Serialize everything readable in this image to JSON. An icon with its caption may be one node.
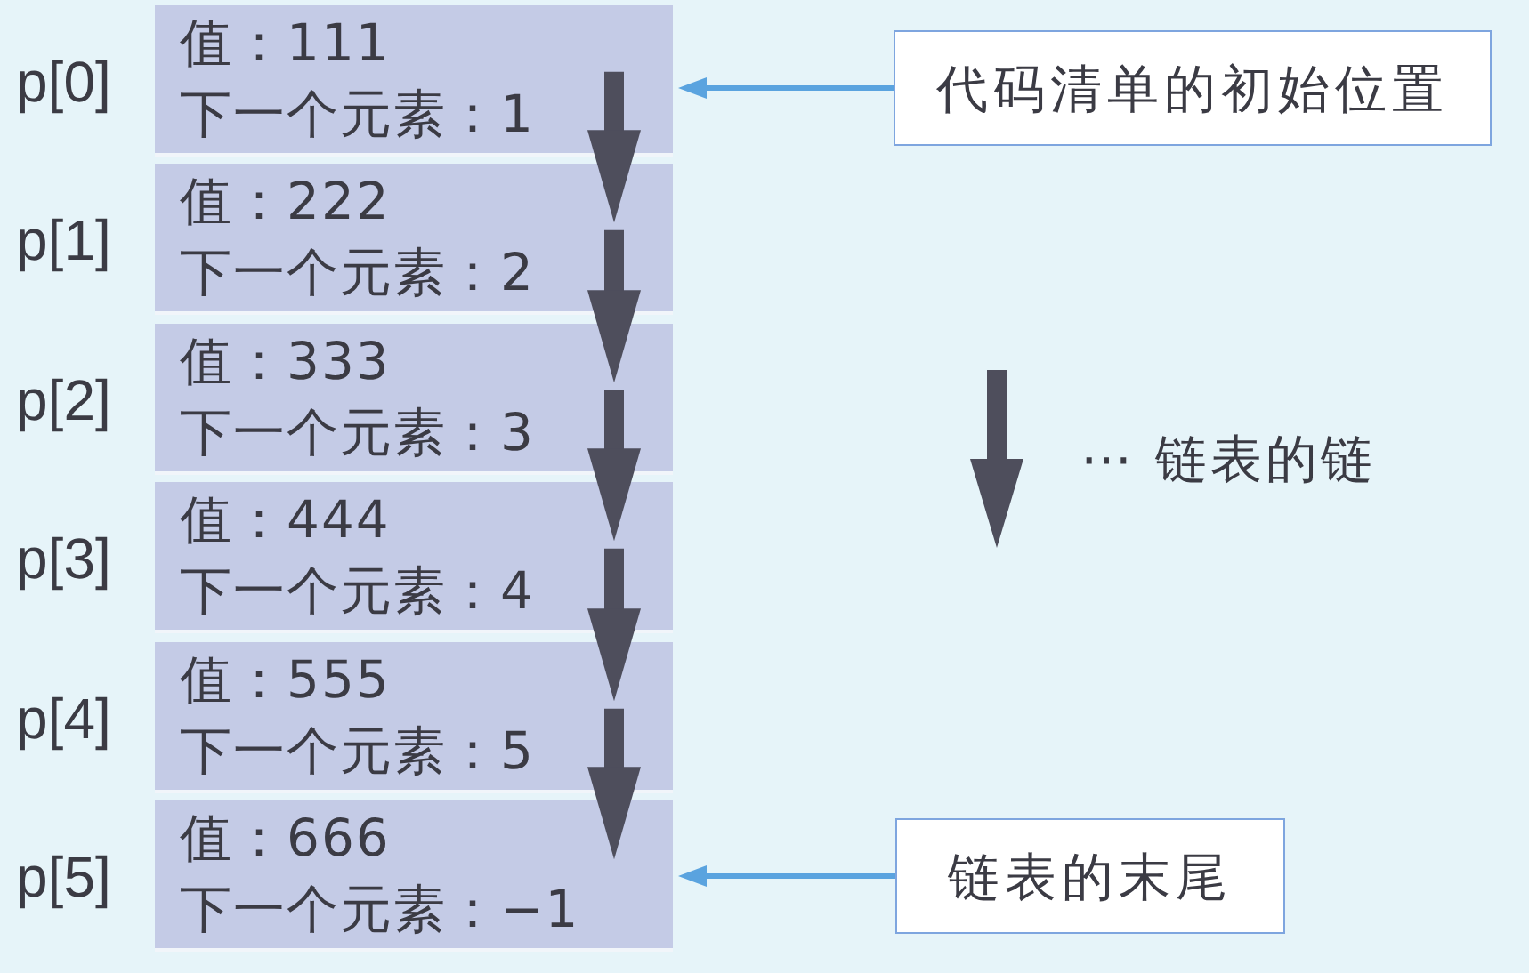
{
  "diagram": {
    "nodes": [
      {
        "text": [
          "值：111",
          "下一个元素：1"
        ],
        "beside": [
          "p[0]"
        ]
      },
      {
        "text": [
          "值：222",
          "下一个元素：2"
        ],
        "beside": [
          "p[1]"
        ]
      },
      {
        "text": [
          "值：333",
          "下一个元素：3"
        ],
        "beside": [
          "p[2]"
        ]
      },
      {
        "text": [
          "值：444",
          "下一个元素：4"
        ],
        "beside": [
          "p[3]"
        ]
      },
      {
        "text": [
          "值：555",
          "下一个元素：5"
        ],
        "beside": [
          "p[4]"
        ]
      },
      {
        "text": [
          "值：666",
          "下一个元素：−1"
        ],
        "beside": [
          "p[5]"
        ]
      },
      {
        "text": [
          "代码清单的初始位置"
        ]
      },
      {
        "text": [
          "链表的末尾"
        ]
      }
    ],
    "edges": [
      {
        "from": 0,
        "to": 1,
        "arrow": "to"
      },
      {
        "from": 1,
        "to": 2,
        "arrow": "to"
      },
      {
        "from": 2,
        "to": 3,
        "arrow": "to"
      },
      {
        "from": 3,
        "to": 4,
        "arrow": "to"
      },
      {
        "from": 4,
        "to": 5,
        "arrow": "to"
      },
      {
        "from": 6,
        "to": 0,
        "arrow": "to",
        "color": "#5aa3df"
      },
      {
        "from": 7,
        "to": 5,
        "arrow": "to",
        "color": "#5aa3df"
      }
    ],
    "legend": [
      {
        "text": "⋯ 链表的链"
      }
    ]
  }
}
